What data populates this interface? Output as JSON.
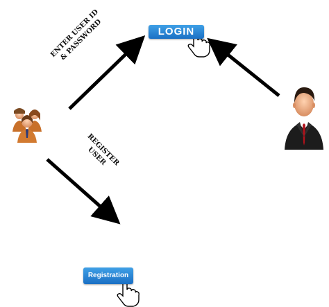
{
  "buttons": {
    "login_label": "LOGIN",
    "registration_label": "Registration"
  },
  "labels": {
    "enter_line1": "ENTER USER ID",
    "enter_line2": "& PASSWORD",
    "register_line1": "REGISTER",
    "register_line2": "USER"
  },
  "colors": {
    "button_blue": "#1f7fd6",
    "arrow": "#000000",
    "person_skin": "#f0b08a",
    "suit": "#1c1c1c",
    "tie": "#b0121b"
  },
  "icons": [
    "users-group-icon",
    "businessman-icon",
    "hand-cursor-icon"
  ]
}
